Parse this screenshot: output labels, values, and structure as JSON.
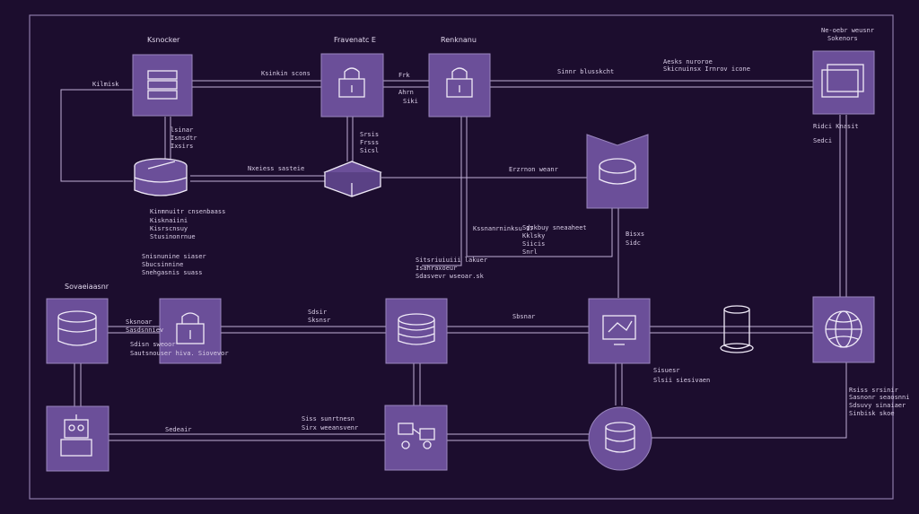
{
  "colors": {
    "background": "#1c0d2e",
    "node_fill": "#6b4f99",
    "node_stroke": "#9a86bd",
    "line": "#bfb0d6",
    "text": "#d8cce6"
  },
  "nodes": [
    {
      "id": "n1",
      "shape": "box",
      "icon": "server-stack-icon"
    },
    {
      "id": "n2",
      "shape": "box",
      "icon": "lock-icon"
    },
    {
      "id": "n3",
      "shape": "box",
      "icon": "lock-icon"
    },
    {
      "id": "n4",
      "shape": "box",
      "icon": "window-icon"
    },
    {
      "id": "n5",
      "shape": "none",
      "icon": "database-cylinder-icon"
    },
    {
      "id": "n6",
      "shape": "none",
      "icon": "storage-crate-icon"
    },
    {
      "id": "n7",
      "shape": "folder",
      "icon": "disk-icon"
    },
    {
      "id": "n8",
      "shape": "box",
      "icon": "database-icon"
    },
    {
      "id": "n9",
      "shape": "box",
      "icon": "lock-icon"
    },
    {
      "id": "n10",
      "shape": "box",
      "icon": "disk-stack-icon"
    },
    {
      "id": "n11",
      "shape": "box",
      "icon": "monitor-icon"
    },
    {
      "id": "n12",
      "shape": "none",
      "icon": "cylinder-icon"
    },
    {
      "id": "n13",
      "shape": "box",
      "icon": "globe-icon"
    },
    {
      "id": "n14",
      "shape": "box",
      "icon": "robot-icon"
    },
    {
      "id": "n15",
      "shape": "box",
      "icon": "network-icon"
    },
    {
      "id": "n16",
      "shape": "circle",
      "icon": "database-stack-icon"
    }
  ],
  "labels": [
    {
      "id": "L1",
      "text": "Ksnocker"
    },
    {
      "id": "L2",
      "text": "Fravenatc E"
    },
    {
      "id": "L3",
      "text": "Renknanu"
    },
    {
      "id": "L4a",
      "text": "Ne-oebr weusnr"
    },
    {
      "id": "L4b",
      "text": "Sokenors"
    },
    {
      "id": "L5",
      "text": "Kilmisk"
    },
    {
      "id": "L6",
      "text": "Ksinkin scons"
    },
    {
      "id": "L7",
      "text": "Sinnr blusskcht"
    },
    {
      "id": "L8a",
      "text": "Aesks nuroroe"
    },
    {
      "id": "L8b",
      "text": "Skicnuinsx Irnrov icone"
    },
    {
      "id": "L9a",
      "text": "lsinar"
    },
    {
      "id": "L9b",
      "text": "Isnsdtr"
    },
    {
      "id": "L9c",
      "text": "Ixsirs"
    },
    {
      "id": "L10a",
      "text": "Frk"
    },
    {
      "id": "L10b",
      "text": "Ahrn"
    },
    {
      "id": "L10c",
      "text": "Siki"
    },
    {
      "id": "L11a",
      "text": "Srsis"
    },
    {
      "id": "L11b",
      "text": "Frsss"
    },
    {
      "id": "L11c",
      "text": "Sicsl"
    },
    {
      "id": "L12a",
      "text": "Ridci Knasit"
    },
    {
      "id": "L12b",
      "text": "Sedci"
    },
    {
      "id": "L13",
      "text": "Nxeiess sasteie"
    },
    {
      "id": "L14",
      "text": "Erzrnon weanr"
    },
    {
      "id": "L15a",
      "text": "Kinmnuitr cnsenbaass"
    },
    {
      "id": "L15b",
      "text": "Kisknaiini"
    },
    {
      "id": "L15c",
      "text": "Kisrscnsuy"
    },
    {
      "id": "L16a",
      "text": "Stusinonrnue"
    },
    {
      "id": "L16b",
      "text": "Snisnunine siaser"
    },
    {
      "id": "L16c",
      "text": "Sbucsinnine"
    },
    {
      "id": "L17a",
      "text": "Snehgasnis suass"
    },
    {
      "id": "L17b",
      "text": "Kssnanrninksu 17"
    },
    {
      "id": "L17c",
      "text": "Sitsriuiuiii lakuer"
    },
    {
      "id": "L17d",
      "text": "Isahraxoeur"
    },
    {
      "id": "L18a",
      "text": "Sdasvevr wseoar.sk"
    },
    {
      "id": "L18b",
      "text": "Sdskbuy sneaaheet"
    },
    {
      "id": "L19",
      "text": "Kklsky"
    },
    {
      "id": "L20a",
      "text": "Siicis"
    },
    {
      "id": "L20b",
      "text": "Snrl"
    },
    {
      "id": "L21a",
      "text": "Bisxs"
    },
    {
      "id": "L21b",
      "text": "Sidc"
    },
    {
      "id": "L22a",
      "text": "Sovaeiaasnr"
    },
    {
      "id": "L22b",
      "text": "Sksnoar"
    },
    {
      "id": "L23",
      "text": "Sasdsnniev"
    },
    {
      "id": "L24a",
      "text": "Sdisn sweoor"
    },
    {
      "id": "L24b",
      "text": "Sautsnouser hiva. Siovevor"
    },
    {
      "id": "L25a",
      "text": "Sdsir"
    },
    {
      "id": "L25b",
      "text": "Sksnsr"
    },
    {
      "id": "L25c",
      "text": "Sbsnar"
    },
    {
      "id": "L25d",
      "text": "Sisuesr"
    },
    {
      "id": "L26",
      "text": "Slsii siesivaen"
    },
    {
      "id": "L27a",
      "text": "Rsiss srsinir"
    },
    {
      "id": "L27b",
      "text": "Sasnonr seaosnni"
    },
    {
      "id": "L28",
      "text": "Sdsuvy sinaiaer"
    },
    {
      "id": "L29a",
      "text": "Sinbisk skoe"
    },
    {
      "id": "L29b",
      "text": "Sedeair"
    },
    {
      "id": "L30",
      "text": "Siss sunrtnesn"
    },
    {
      "id": "L31",
      "text": "Sirx weeansvenr"
    }
  ]
}
